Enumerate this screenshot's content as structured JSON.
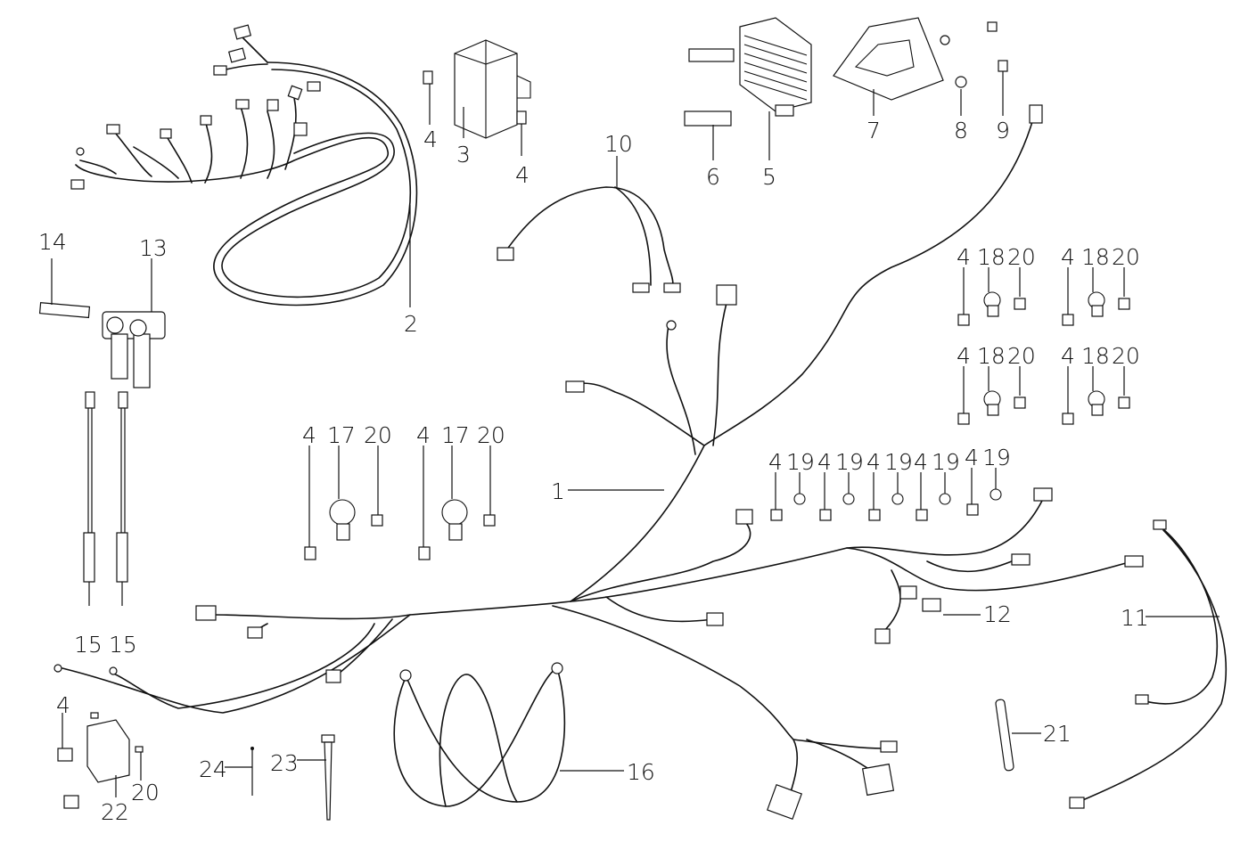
{
  "diagram": {
    "type": "exploded-parts-diagram",
    "subject": "wiring harness",
    "callouts": [
      {
        "id": "c1",
        "text": "1"
      },
      {
        "id": "c2",
        "text": "2"
      },
      {
        "id": "c3",
        "text": "3"
      },
      {
        "id": "c4a",
        "text": "4"
      },
      {
        "id": "c4b",
        "text": "4"
      },
      {
        "id": "c5",
        "text": "5"
      },
      {
        "id": "c6",
        "text": "6"
      },
      {
        "id": "c7",
        "text": "7"
      },
      {
        "id": "c8",
        "text": "8"
      },
      {
        "id": "c9",
        "text": "9"
      },
      {
        "id": "c10",
        "text": "10"
      },
      {
        "id": "c11",
        "text": "11"
      },
      {
        "id": "c12",
        "text": "12"
      },
      {
        "id": "c13",
        "text": "13"
      },
      {
        "id": "c14",
        "text": "14"
      },
      {
        "id": "c15a",
        "text": "15"
      },
      {
        "id": "c15b",
        "text": "15"
      },
      {
        "id": "c16",
        "text": "16"
      },
      {
        "id": "c21",
        "text": "21"
      },
      {
        "id": "c22",
        "text": "22"
      },
      {
        "id": "c23",
        "text": "23"
      },
      {
        "id": "c24",
        "text": "24"
      },
      {
        "id": "c4c",
        "text": "4"
      },
      {
        "id": "c20c",
        "text": "20"
      }
    ],
    "clamp_groups_17": [
      {
        "bolt": "4",
        "clamp": "17",
        "nut": "20"
      },
      {
        "bolt": "4",
        "clamp": "17",
        "nut": "20"
      }
    ],
    "clamp_groups_18": [
      {
        "bolt": "4",
        "clamp": "18",
        "nut": "20"
      },
      {
        "bolt": "4",
        "clamp": "18",
        "nut": "20"
      },
      {
        "bolt": "4",
        "clamp": "18",
        "nut": "20"
      },
      {
        "bolt": "4",
        "clamp": "18",
        "nut": "20"
      }
    ],
    "clamp_groups_19": [
      {
        "bolt": "4",
        "clamp": "19"
      },
      {
        "bolt": "4",
        "clamp": "19"
      },
      {
        "bolt": "4",
        "clamp": "19"
      },
      {
        "bolt": "4",
        "clamp": "19"
      },
      {
        "bolt": "4",
        "clamp": "19"
      }
    ]
  }
}
